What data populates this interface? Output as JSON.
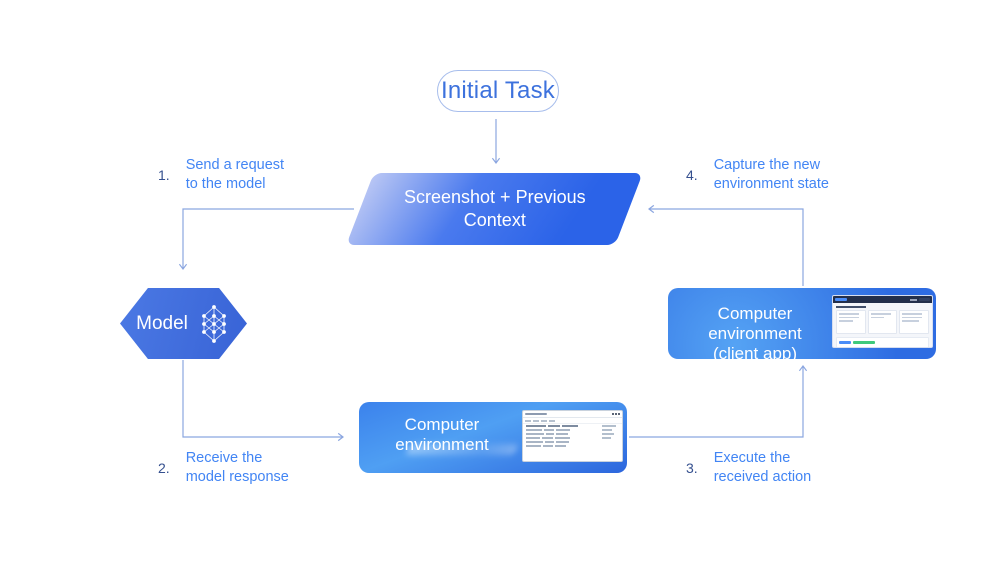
{
  "colors": {
    "accent_blue": "#4285f4",
    "deep_blue": "#2b63e8",
    "pale_blue": "#b9c6f4",
    "hexagon_blue": "#3e6cdb",
    "box_blue_light": "#4f9ef2",
    "connector_blue": "#8ba6e0",
    "number_navy": "#35508f",
    "thumb_topbar_navy": "#232f4b",
    "thumb_green": "#3fc97c",
    "node_text_white": "#ffffff"
  },
  "initial_task": {
    "label": "Initial Task"
  },
  "context_node": {
    "line1": "Screenshot + Previous",
    "line2": "Context"
  },
  "model_node": {
    "label": "Model",
    "icon": "neural-network-icon"
  },
  "env_node": {
    "label": "Computer environment"
  },
  "client_node": {
    "line1": "Computer environment",
    "line2": "(client app)"
  },
  "steps": [
    {
      "num": "1.",
      "line1": "Send a request",
      "line2": "to the model"
    },
    {
      "num": "2.",
      "line1": "Receive the",
      "line2": "model response"
    },
    {
      "num": "3.",
      "line1": "Execute the",
      "line2": "received action"
    },
    {
      "num": "4.",
      "line1": "Capture the new",
      "line2": "environment state"
    }
  ]
}
